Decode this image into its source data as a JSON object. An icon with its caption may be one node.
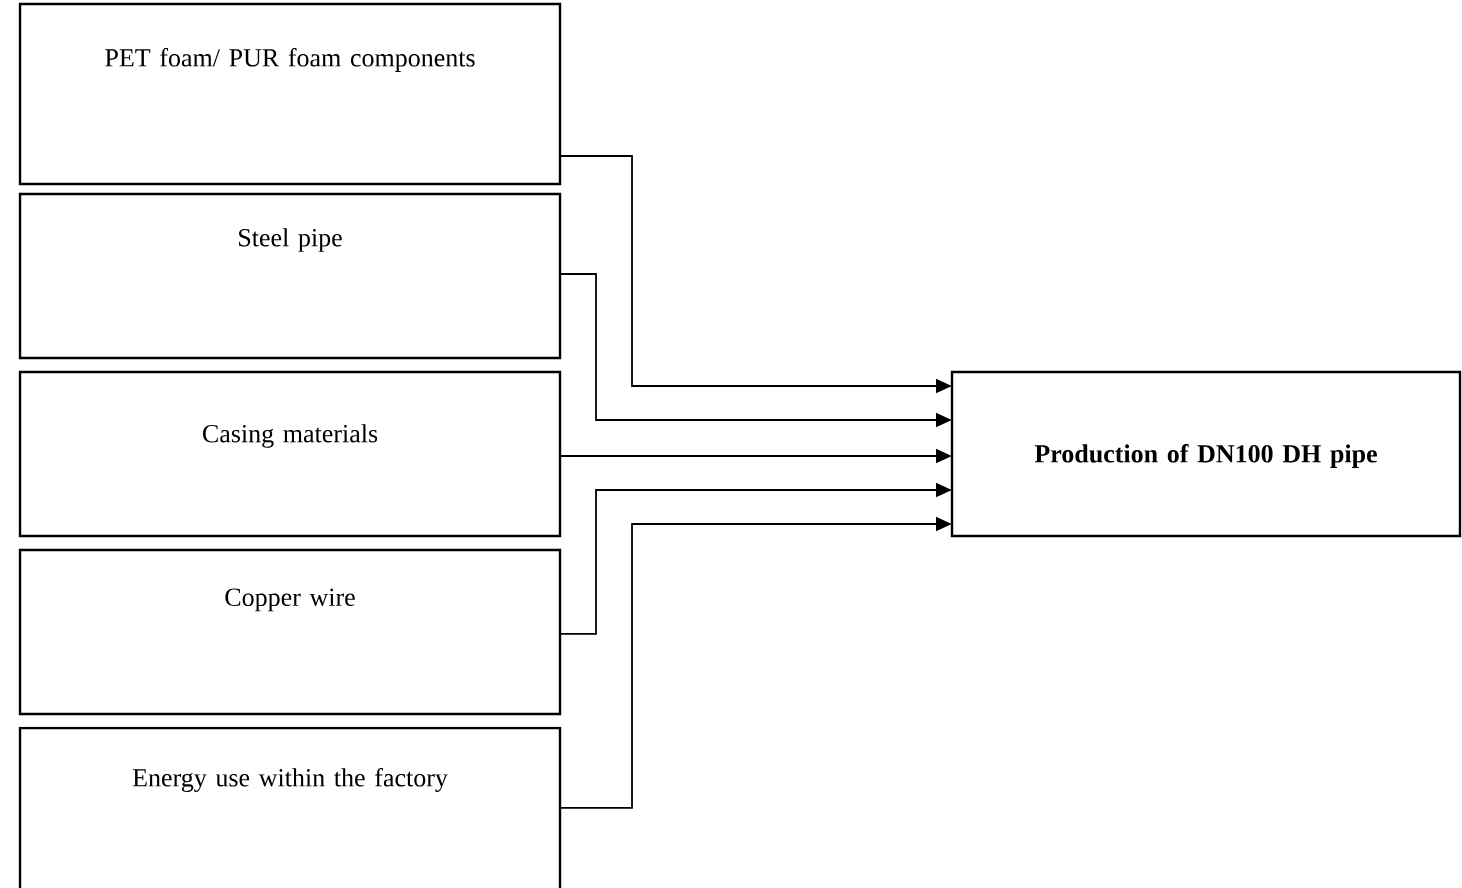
{
  "diagram": {
    "nodes": [
      {
        "text": [
          "PET foam/ PUR foam components"
        ]
      },
      {
        "text": [
          "Steel pipe"
        ]
      },
      {
        "text": [
          "Casing materials"
        ]
      },
      {
        "text": [
          "Copper wire"
        ]
      },
      {
        "text": [
          "Energy use within the factory"
        ]
      },
      {
        "text": [
          "Production of DN100 DH pipe"
        ]
      }
    ],
    "edges": [
      {
        "from": 0,
        "to": 5,
        "arrow": "to"
      },
      {
        "from": 1,
        "to": 5,
        "arrow": "to"
      },
      {
        "from": 2,
        "to": 5,
        "arrow": "to"
      },
      {
        "from": 3,
        "to": 5,
        "arrow": "to"
      },
      {
        "from": 4,
        "to": 5,
        "arrow": "to"
      }
    ]
  }
}
